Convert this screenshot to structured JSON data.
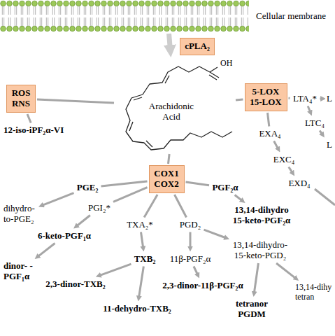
{
  "diagram": {
    "nodes": [
      {
        "text": [
          "Cellular membrane"
        ]
      },
      {
        "text": [
          "cPLA₂"
        ]
      },
      {
        "text": [
          "Arachidonic Acid"
        ]
      },
      {
        "text": [
          "ROS RNS"
        ]
      },
      {
        "text": [
          "12-iso-iPF₂α-VI"
        ]
      },
      {
        "text": [
          "5-LOX 15-LOX"
        ]
      },
      {
        "text": [
          "LTA₄*"
        ]
      },
      {
        "text": [
          "L"
        ]
      },
      {
        "text": [
          "LTC₄"
        ]
      },
      {
        "text": [
          "L"
        ]
      },
      {
        "text": [
          "EXA₄"
        ]
      },
      {
        "text": [
          "EXC₄"
        ]
      },
      {
        "text": [
          "EXD₄"
        ]
      },
      {
        "text": [
          "COX1 COX2"
        ]
      },
      {
        "text": [
          "PGE₂"
        ]
      },
      {
        "text": [
          "dihydro- to-PGE₂"
        ]
      },
      {
        "text": [
          "PGI₂*"
        ]
      },
      {
        "text": [
          "TXA₂*"
        ]
      },
      {
        "text": [
          "PGD₂"
        ]
      },
      {
        "text": [
          "PGF₂α"
        ]
      },
      {
        "text": [
          "13,14-dihydro 15-keto-PGF₂α"
        ]
      },
      {
        "text": [
          "6-keto-PGF₁α"
        ]
      },
      {
        "text": [
          "dinor- -PGF₁α"
        ]
      },
      {
        "text": [
          "TXB₂"
        ]
      },
      {
        "text": [
          "2,3-dinor-TXB₂"
        ]
      },
      {
        "text": [
          "11-dehydro-TXB₂"
        ]
      },
      {
        "text": [
          "11β-PGF₂α"
        ]
      },
      {
        "text": [
          "2,3-dinor-11β-PGF₂α"
        ]
      },
      {
        "text": [
          "13,14-dihydro- 15-keto-PGD₂"
        ]
      },
      {
        "text": [
          "tetranor PGDM"
        ]
      },
      {
        "text": [
          "13,14-dihy tetran"
        ]
      }
    ],
    "edges": [
      {
        "from": 0,
        "to": 2,
        "arrow": "to"
      },
      {
        "from": 2,
        "to": 3,
        "arrow": "none"
      },
      {
        "from": 3,
        "to": 4,
        "arrow": "none"
      },
      {
        "from": 2,
        "to": 5,
        "arrow": "none"
      },
      {
        "from": 5,
        "to": 6,
        "arrow": "none"
      },
      {
        "from": 6,
        "to": 7,
        "arrow": "to"
      },
      {
        "from": 6,
        "to": 8,
        "arrow": "to"
      },
      {
        "from": 8,
        "to": 9,
        "arrow": "to"
      },
      {
        "from": 5,
        "to": 10,
        "arrow": "none"
      },
      {
        "from": 10,
        "to": 11,
        "arrow": "to"
      },
      {
        "from": 11,
        "to": 12,
        "arrow": "to"
      },
      {
        "from": 2,
        "to": 13,
        "arrow": "none"
      },
      {
        "from": 13,
        "to": 14,
        "arrow": "none"
      },
      {
        "from": 14,
        "to": 15,
        "arrow": "to"
      },
      {
        "from": 13,
        "to": 16,
        "arrow": "none"
      },
      {
        "from": 16,
        "to": 21,
        "arrow": "to"
      },
      {
        "from": 21,
        "to": 22,
        "arrow": "to"
      },
      {
        "from": 13,
        "to": 17,
        "arrow": "none"
      },
      {
        "from": 17,
        "to": 23,
        "arrow": "to"
      },
      {
        "from": 23,
        "to": 24,
        "arrow": "to"
      },
      {
        "from": 23,
        "to": 25,
        "arrow": "to"
      },
      {
        "from": 13,
        "to": 18,
        "arrow": "none"
      },
      {
        "from": 18,
        "to": 26,
        "arrow": "to"
      },
      {
        "from": 26,
        "to": 27,
        "arrow": "to"
      },
      {
        "from": 18,
        "to": 28,
        "arrow": "to"
      },
      {
        "from": 28,
        "to": 29,
        "arrow": "to"
      },
      {
        "from": 28,
        "to": 30,
        "arrow": "to"
      },
      {
        "from": 13,
        "to": 19,
        "arrow": "none"
      },
      {
        "from": 19,
        "to": 20,
        "arrow": "to"
      }
    ],
    "labels": [
      "OH"
    ]
  }
}
